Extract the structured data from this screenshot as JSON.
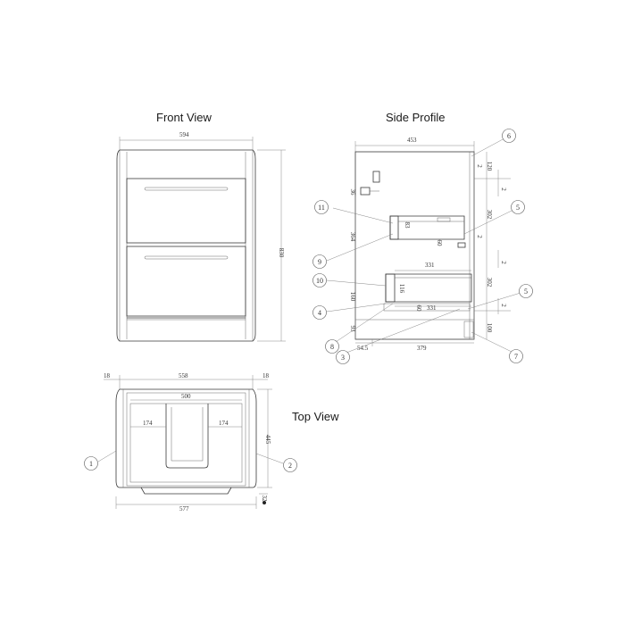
{
  "views": {
    "front": "Front View",
    "side": "Side Profile",
    "top": "Top View"
  },
  "front_dims": {
    "width": "594",
    "height": "830"
  },
  "side_dims": {
    "depth": "453",
    "d120": "120",
    "d2a": "2",
    "d2b": "2",
    "d36": "36",
    "d302a": "302",
    "d364": "364",
    "d83": "83",
    "d60a": "60",
    "d2c": "2",
    "d331a": "331",
    "d116": "116",
    "d302b": "302",
    "d160": "160",
    "d331b": "331",
    "d60b": "60",
    "d2d": "2",
    "d93": "93",
    "d100": "100",
    "d54": "54.5",
    "d379": "379",
    "d2e": "2"
  },
  "top_dims": {
    "w18a": "18",
    "w558": "558",
    "w18b": "18",
    "w500": "500",
    "w174a": "174",
    "w174b": "174",
    "d445": "445",
    "w577": "577",
    "d32": "32"
  },
  "callouts": {
    "c1": "1",
    "c2": "2",
    "c3": "3",
    "c4": "4",
    "c5a": "5",
    "c5b": "5",
    "c6": "6",
    "c7": "7",
    "c8": "8",
    "c9": "9",
    "c10": "10",
    "c11": "11"
  }
}
